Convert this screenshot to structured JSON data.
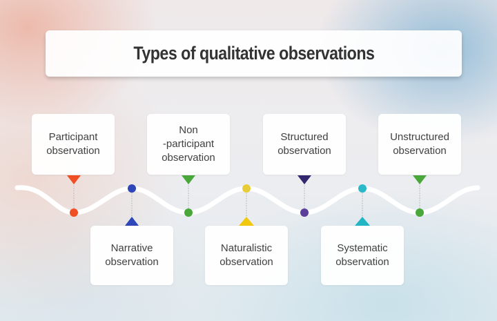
{
  "title": "Types of qualitative observations",
  "colors": {
    "orange": "#f04e23",
    "blue": "#2f46b8",
    "green": "#4aa83a",
    "yellow": "#f2c80f",
    "purple": "#3f2a7a",
    "cyan": "#22b5c4",
    "text": "#404040",
    "title_text": "#333333"
  },
  "top_items": [
    {
      "label": "Participant\nobservation",
      "color": "orange"
    },
    {
      "label": "Non\n-participant\nobservation",
      "color": "green"
    },
    {
      "label": "Structured\nobservation",
      "color": "purple"
    },
    {
      "label": "Unstructured\nobservation",
      "color": "green"
    }
  ],
  "bottom_items": [
    {
      "label": "Narrative\nobservation",
      "color": "blue"
    },
    {
      "label": "Naturalistic\nobservation",
      "color": "yellow"
    },
    {
      "label": "Systematic\nobservation",
      "color": "cyan"
    }
  ]
}
